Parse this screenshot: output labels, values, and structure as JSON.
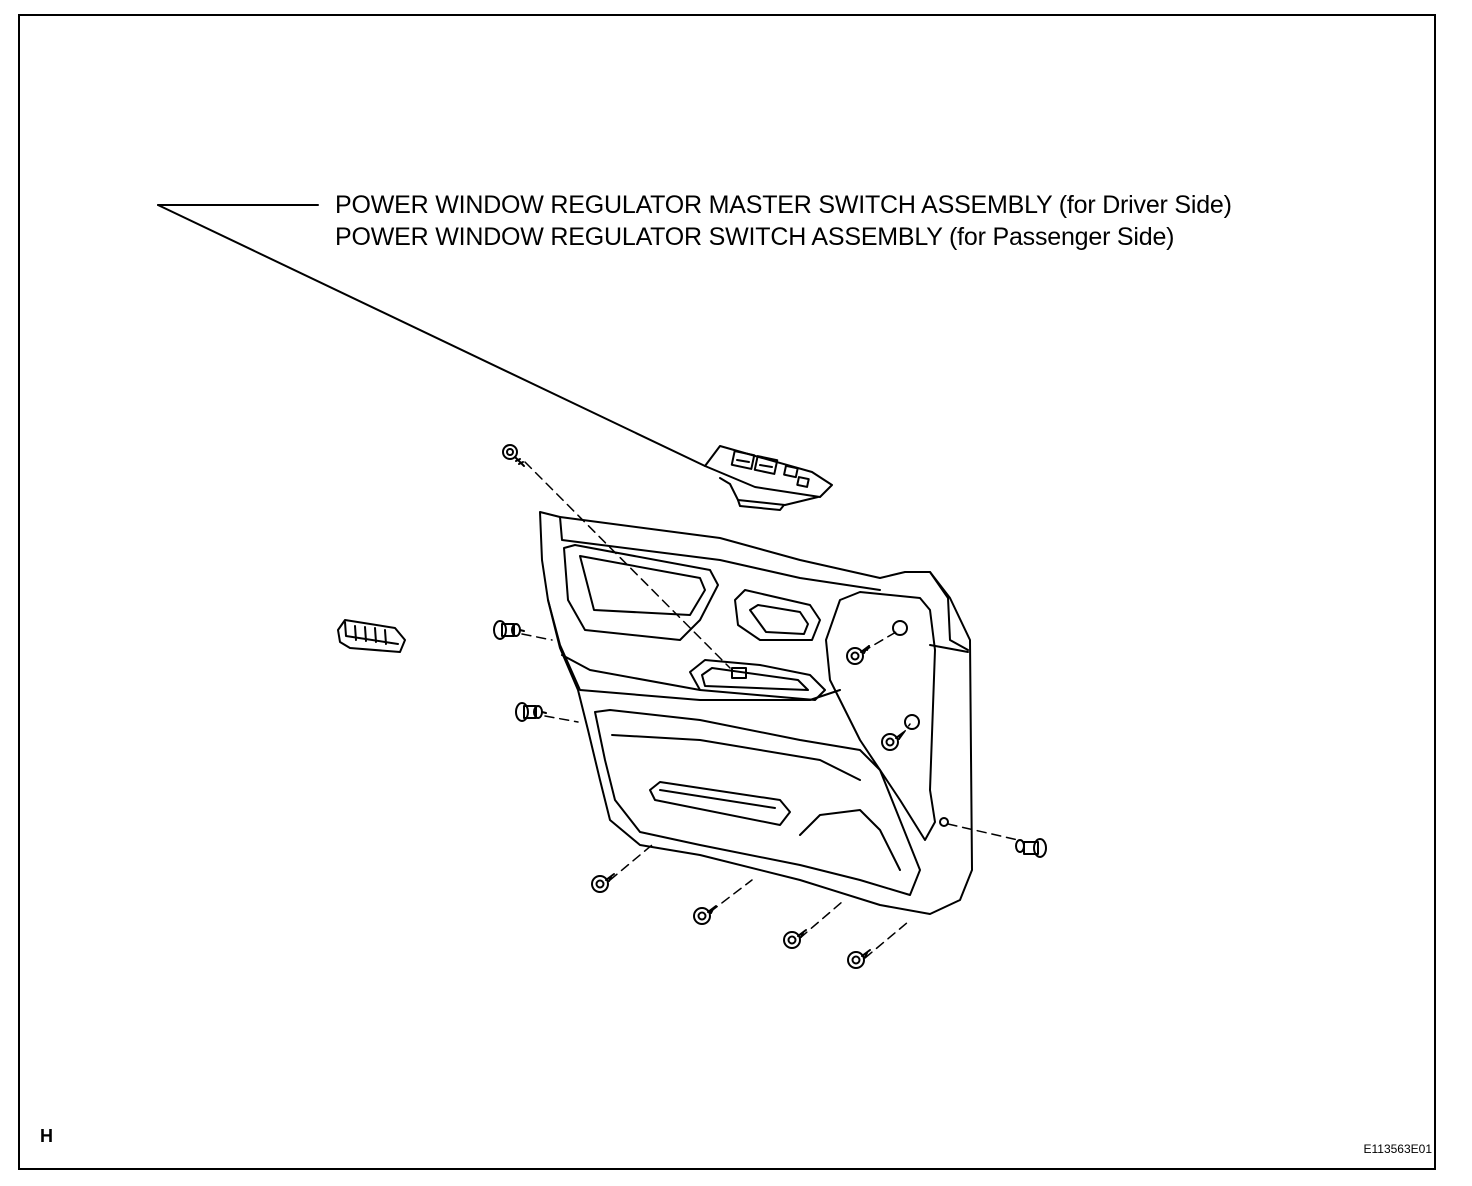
{
  "labels": {
    "driver_switch": "POWER WINDOW REGULATOR MASTER SWITCH ASSEMBLY (for Driver Side)",
    "passenger_switch": "POWER WINDOW REGULATOR SWITCH ASSEMBLY (for Passenger Side)"
  },
  "view_letter": "H",
  "figure_id": "E113563E01"
}
